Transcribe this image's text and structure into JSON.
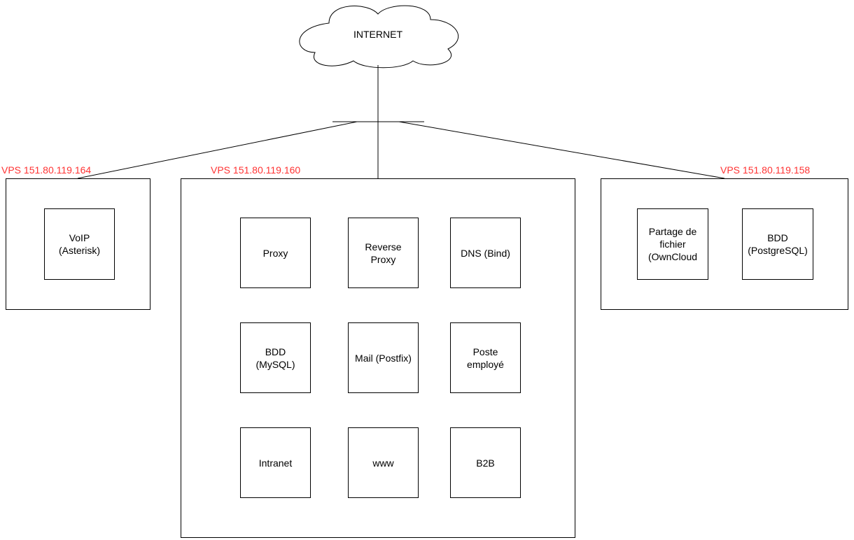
{
  "internet": {
    "label": "INTERNET"
  },
  "vps_left": {
    "label": "VPS 151.80.119.164",
    "services": [
      "VoIP\n(Asterisk)"
    ]
  },
  "vps_center": {
    "label": "VPS 151.80.119.160",
    "services": [
      "Proxy",
      "Reverse\nProxy",
      "DNS (Bind)",
      "BDD\n(MySQL)",
      "Mail (Postfix)",
      "Poste\nemployé",
      "Intranet",
      "www",
      "B2B"
    ]
  },
  "vps_right": {
    "label": "VPS 151.80.119.158",
    "services": [
      "Partage de\nfichier\n(OwnCloud",
      "BDD\n(PostgreSQL)"
    ]
  },
  "colors": {
    "vps_label": "#ff3333",
    "stroke": "#000000"
  }
}
